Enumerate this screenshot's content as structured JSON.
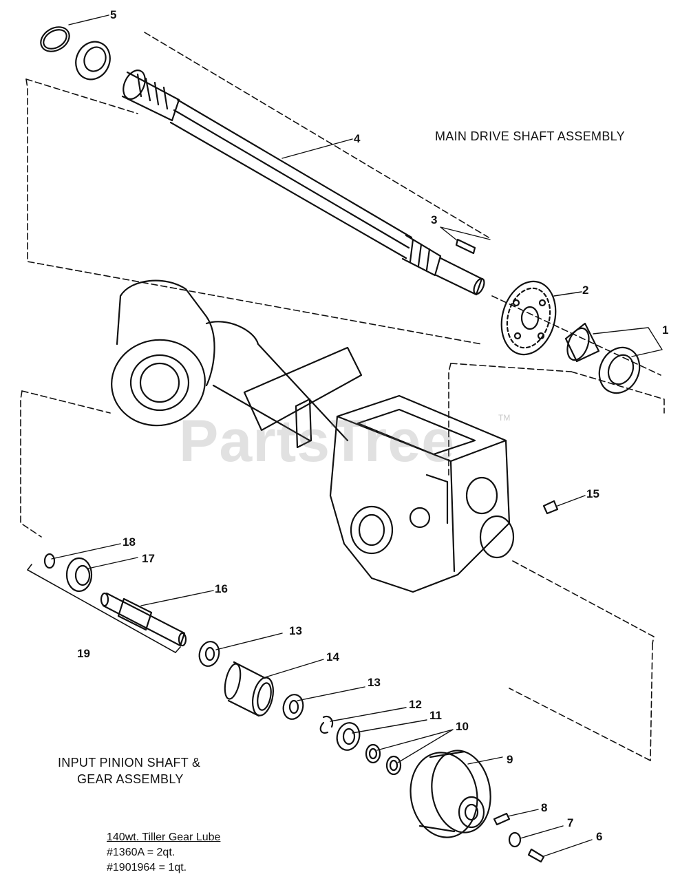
{
  "titles": {
    "main": "MAIN DRIVE SHAFT ASSEMBLY",
    "input_line1": "INPUT PINION SHAFT &",
    "input_line2": "GEAR ASSEMBLY"
  },
  "lube": {
    "heading": "140wt. Tiller Gear Lube",
    "line1": "#1360A = 2qt.",
    "line2": "#1901964 = 1qt."
  },
  "watermark": {
    "text": "PartsTree",
    "tm": "TM"
  },
  "callouts": {
    "c1": "1",
    "c2": "2",
    "c3": "3",
    "c4": "4",
    "c5": "5",
    "c6": "6",
    "c7": "7",
    "c8": "8",
    "c9": "9",
    "c10": "10",
    "c11": "11",
    "c12": "12",
    "c13a": "13",
    "c13b": "13",
    "c14": "14",
    "c15": "15",
    "c16": "16",
    "c17": "17",
    "c18": "18",
    "c19": "19"
  }
}
